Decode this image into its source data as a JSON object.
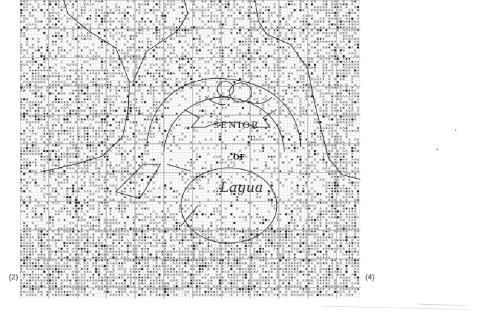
{
  "pattern": {
    "page_left_label": "(2)",
    "page_right_label": "(4)",
    "motif_word_top": "SENIOR",
    "motif_word_middle": "OF",
    "motif_script": "Lagua",
    "colors": {
      "grid_light": "#c9c9c9",
      "grid_bold": "#6a6a6a",
      "symbol_dark": "#1e1e1e",
      "symbol_mid": "#6b6b6b",
      "symbol_light": "#a8a8a8",
      "background": "#ffffff"
    }
  }
}
